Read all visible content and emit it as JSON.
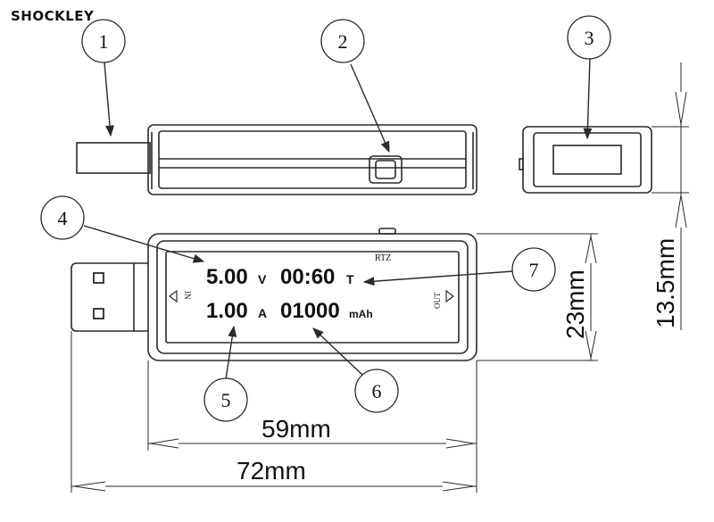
{
  "brand": "SHOCKLEY",
  "callouts": [
    "1",
    "2",
    "3",
    "4",
    "5",
    "6",
    "7"
  ],
  "display": {
    "voltage_value": "5.00",
    "voltage_unit": "V",
    "time_value": "00:60",
    "time_unit": "T",
    "current_value": "1.00",
    "current_unit": "A",
    "capacity_value": "01000",
    "capacity_unit": "mAh"
  },
  "labels": {
    "button": "RTZ",
    "input": "IN",
    "output": "OUT"
  },
  "dimensions": {
    "body_length": "59mm",
    "total_length": "72mm",
    "width": "23mm",
    "thickness": "13.5mm"
  },
  "colors": {
    "line": "#2a2a2a",
    "text": "#111111"
  }
}
